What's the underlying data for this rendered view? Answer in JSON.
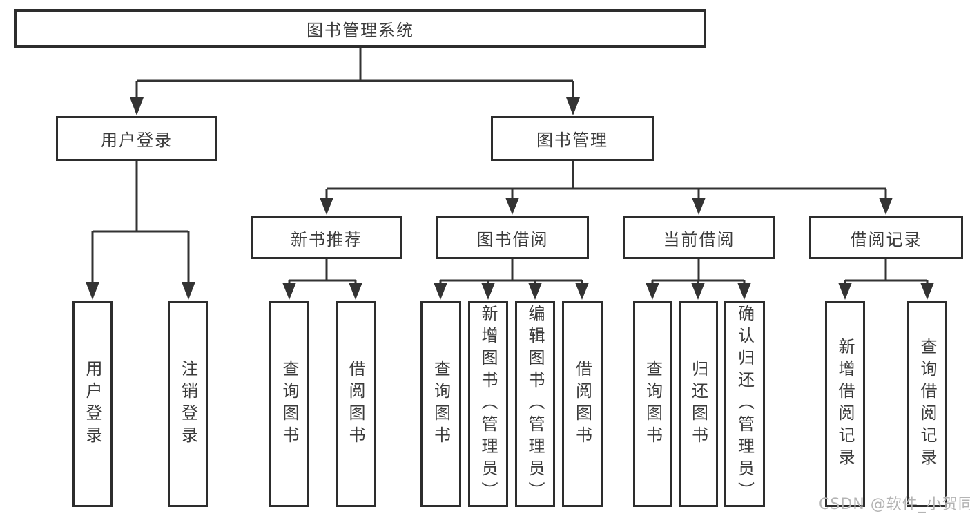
{
  "colors": {
    "background": "#ffffff",
    "line": "#333333",
    "box_border": "#2d2d2d",
    "box_fill": "#ffffff",
    "label_text": "#3b3b3b",
    "watermark_text": "#b4b4b4"
  },
  "watermark": {
    "text": "CSDN @软件_小贺同学"
  },
  "diagram": {
    "type": "tree",
    "root": {
      "label": "图书管理系统"
    },
    "branches": [
      {
        "label": "用户登录",
        "children": [
          {
            "label": "用户登录"
          },
          {
            "label": "注销登录"
          }
        ]
      },
      {
        "label": "图书管理",
        "children": [
          {
            "label": "新书推荐",
            "children": [
              {
                "label": "查询图书"
              },
              {
                "label": "借阅图书"
              }
            ]
          },
          {
            "label": "图书借阅",
            "children": [
              {
                "label": "查询图书"
              },
              {
                "label": "新增图书（管理员）"
              },
              {
                "label": "编辑图书（管理员）"
              },
              {
                "label": "借阅图书"
              }
            ]
          },
          {
            "label": "当前借阅",
            "children": [
              {
                "label": "查询图书"
              },
              {
                "label": "归还图书"
              },
              {
                "label": "确认归还（管理员）"
              }
            ]
          },
          {
            "label": "借阅记录",
            "children": [
              {
                "label": "新增借阅记录"
              },
              {
                "label": "查询借阅记录"
              }
            ]
          }
        ]
      }
    ]
  }
}
